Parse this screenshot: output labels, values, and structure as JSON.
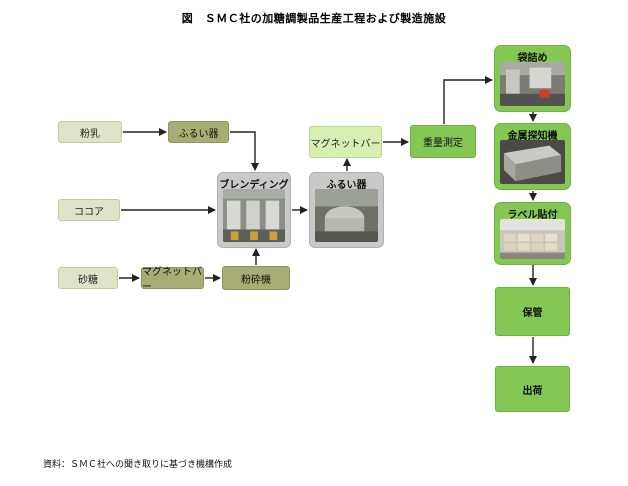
{
  "title": "図　ＳＭＣ社の加糖調製品生産工程および製造施設",
  "nodes": {
    "milk_powder": "粉乳",
    "cocoa": "ココア",
    "sugar": "砂糖",
    "sieve_1": "ふるい器",
    "magnet_bar_1": "マグネットバー",
    "grinder": "粉砕機",
    "blending": "ブレンディング",
    "sieve_2": "ふるい器",
    "magnet_bar_2": "マグネットバー",
    "weighing": "重量測定",
    "bagging": "袋詰め",
    "metal_detector": "金属探知機",
    "labeling": "ラベル貼付",
    "storage": "保管",
    "shipping": "出荷"
  },
  "source": "資料：ＳＭＣ社への聞き取りに基づき機構作成"
}
